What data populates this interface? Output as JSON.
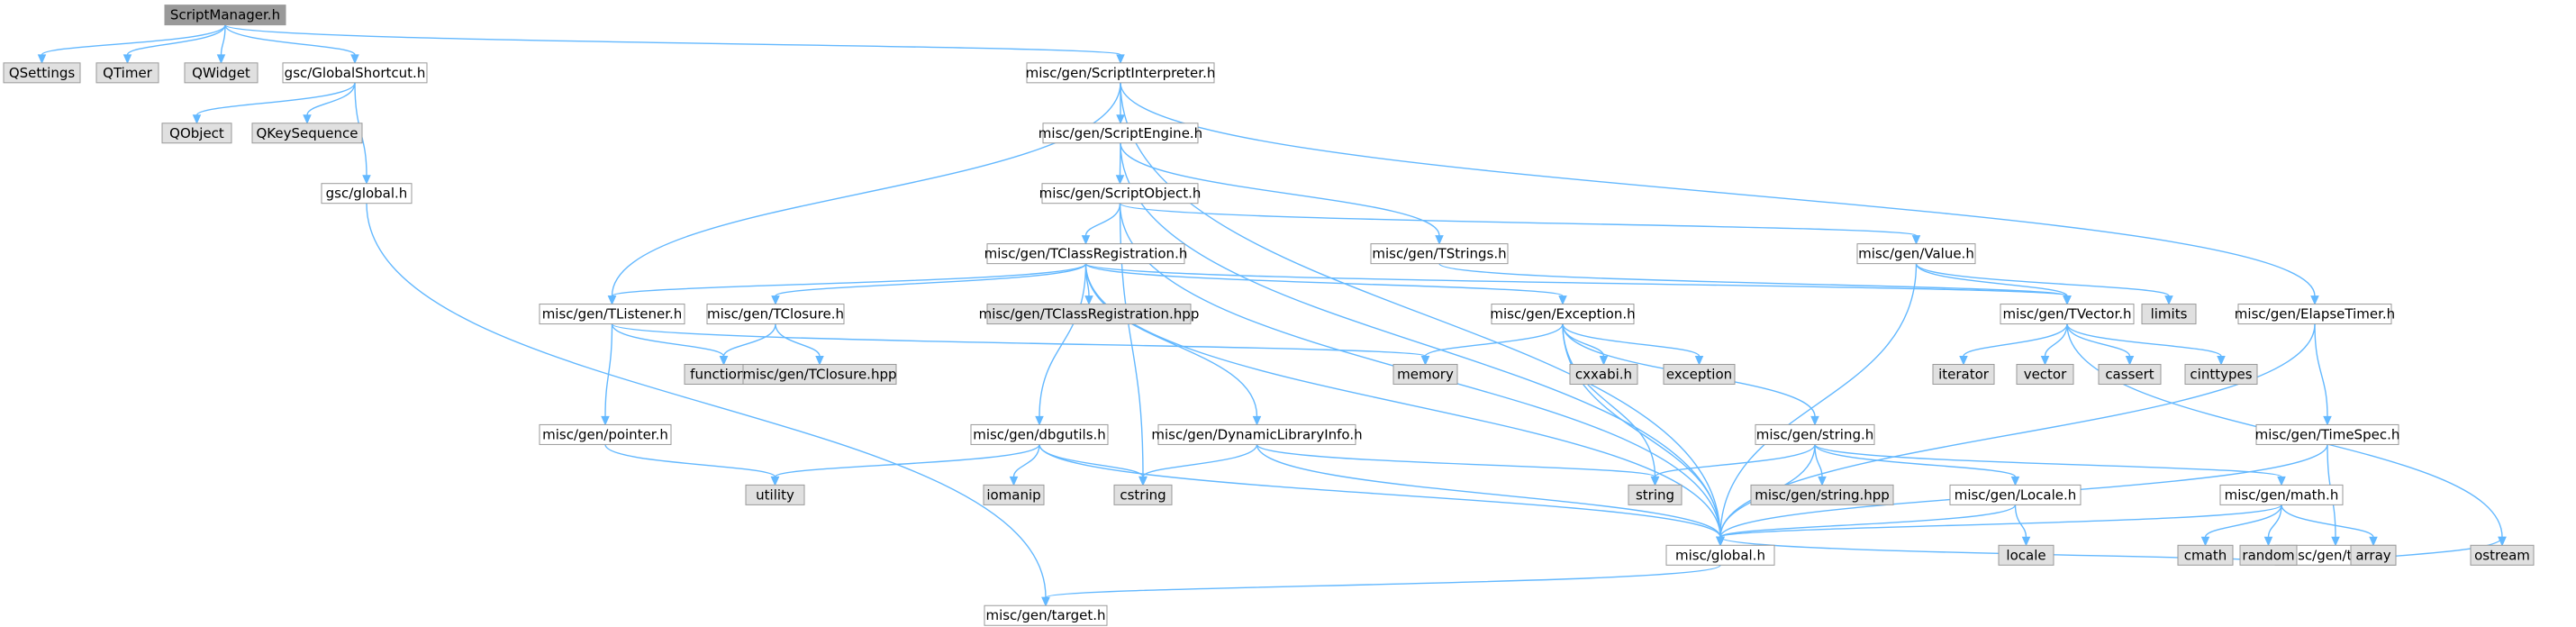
{
  "colors": {
    "root_fill": "#999999",
    "local_fill": "#ffffff",
    "system_fill": "#e0e0e0",
    "border": "#999999",
    "edge": "#63b8ff"
  },
  "nodes": [
    {
      "id": "root",
      "label": "ScriptManager.h",
      "kind": "root"
    },
    {
      "id": "qsettings",
      "label": "QSettings",
      "kind": "system"
    },
    {
      "id": "qtimer",
      "label": "QTimer",
      "kind": "system"
    },
    {
      "id": "qwidget",
      "label": "QWidget",
      "kind": "system"
    },
    {
      "id": "gsc_shortcut",
      "label": "gsc/GlobalShortcut.h",
      "kind": "local"
    },
    {
      "id": "script_interp",
      "label": "misc/gen/ScriptInterpreter.h",
      "kind": "local"
    },
    {
      "id": "qobject",
      "label": "QObject",
      "kind": "system"
    },
    {
      "id": "qkeyseq",
      "label": "QKeySequence",
      "kind": "system"
    },
    {
      "id": "gsc_global",
      "label": "gsc/global.h",
      "kind": "local"
    },
    {
      "id": "script_engine",
      "label": "misc/gen/ScriptEngine.h",
      "kind": "local"
    },
    {
      "id": "script_object",
      "label": "misc/gen/ScriptObject.h",
      "kind": "local"
    },
    {
      "id": "tstrings",
      "label": "misc/gen/TStrings.h",
      "kind": "local"
    },
    {
      "id": "tclassreg",
      "label": "misc/gen/TClassRegistration.h",
      "kind": "local"
    },
    {
      "id": "value",
      "label": "misc/gen/Value.h",
      "kind": "local"
    },
    {
      "id": "tlistener",
      "label": "misc/gen/TListener.h",
      "kind": "local"
    },
    {
      "id": "tclosure",
      "label": "misc/gen/TClosure.h",
      "kind": "local"
    },
    {
      "id": "tclassreg_hpp",
      "label": "misc/gen/TClassRegistration.hpp",
      "kind": "system"
    },
    {
      "id": "exception",
      "label": "misc/gen/Exception.h",
      "kind": "local"
    },
    {
      "id": "tvector",
      "label": "misc/gen/TVector.h",
      "kind": "local"
    },
    {
      "id": "limits",
      "label": "limits",
      "kind": "system"
    },
    {
      "id": "elapse",
      "label": "misc/gen/ElapseTimer.h",
      "kind": "local"
    },
    {
      "id": "functional",
      "label": "functional",
      "kind": "system"
    },
    {
      "id": "tclosure_hpp",
      "label": "misc/gen/TClosure.hpp",
      "kind": "system"
    },
    {
      "id": "memory",
      "label": "memory",
      "kind": "system"
    },
    {
      "id": "cxxabi",
      "label": "cxxabi.h",
      "kind": "system"
    },
    {
      "id": "exception_std",
      "label": "exception",
      "kind": "system"
    },
    {
      "id": "iterator",
      "label": "iterator",
      "kind": "system"
    },
    {
      "id": "vector",
      "label": "vector",
      "kind": "system"
    },
    {
      "id": "cassert",
      "label": "cassert",
      "kind": "system"
    },
    {
      "id": "cinttypes",
      "label": "cinttypes",
      "kind": "system"
    },
    {
      "id": "pointer",
      "label": "misc/gen/pointer.h",
      "kind": "local"
    },
    {
      "id": "dbgutils",
      "label": "misc/gen/dbgutils.h",
      "kind": "local"
    },
    {
      "id": "dynlib",
      "label": "misc/gen/DynamicLibraryInfo.h",
      "kind": "local"
    },
    {
      "id": "gen_string",
      "label": "misc/gen/string.h",
      "kind": "local"
    },
    {
      "id": "timespec",
      "label": "misc/gen/TimeSpec.h",
      "kind": "local"
    },
    {
      "id": "utility",
      "label": "utility",
      "kind": "system"
    },
    {
      "id": "iomanip",
      "label": "iomanip",
      "kind": "system"
    },
    {
      "id": "cstring",
      "label": "cstring",
      "kind": "system"
    },
    {
      "id": "string",
      "label": "string",
      "kind": "system"
    },
    {
      "id": "string_hpp",
      "label": "misc/gen/string.hpp",
      "kind": "system"
    },
    {
      "id": "locale_h",
      "label": "misc/gen/Locale.h",
      "kind": "local"
    },
    {
      "id": "math_h",
      "label": "misc/gen/math.h",
      "kind": "local"
    },
    {
      "id": "time_h",
      "label": "misc/gen/time.h",
      "kind": "local"
    },
    {
      "id": "misc_global",
      "label": "misc/global.h",
      "kind": "local"
    },
    {
      "id": "locale",
      "label": "locale",
      "kind": "system"
    },
    {
      "id": "cmath",
      "label": "cmath",
      "kind": "system"
    },
    {
      "id": "random",
      "label": "random",
      "kind": "system"
    },
    {
      "id": "array",
      "label": "array",
      "kind": "system"
    },
    {
      "id": "ostream",
      "label": "ostream",
      "kind": "system"
    },
    {
      "id": "target",
      "label": "misc/gen/target.h",
      "kind": "local"
    }
  ],
  "edges": [
    [
      "root",
      "qsettings"
    ],
    [
      "root",
      "qtimer"
    ],
    [
      "root",
      "qwidget"
    ],
    [
      "root",
      "gsc_shortcut"
    ],
    [
      "root",
      "script_interp"
    ],
    [
      "gsc_shortcut",
      "qobject"
    ],
    [
      "gsc_shortcut",
      "qkeyseq"
    ],
    [
      "gsc_shortcut",
      "gsc_global"
    ],
    [
      "gsc_global",
      "target"
    ],
    [
      "script_interp",
      "script_engine"
    ],
    [
      "script_interp",
      "tlistener"
    ],
    [
      "script_interp",
      "elapse"
    ],
    [
      "script_interp",
      "misc_global"
    ],
    [
      "script_engine",
      "script_object"
    ],
    [
      "script_engine",
      "tstrings"
    ],
    [
      "script_engine",
      "misc_global"
    ],
    [
      "script_object",
      "tclassreg"
    ],
    [
      "script_object",
      "value"
    ],
    [
      "script_object",
      "cstring"
    ],
    [
      "script_object",
      "misc_global"
    ],
    [
      "tstrings",
      "tvector"
    ],
    [
      "tclassreg",
      "tlistener"
    ],
    [
      "tclassreg",
      "tclosure"
    ],
    [
      "tclassreg",
      "tclassreg_hpp"
    ],
    [
      "tclassreg",
      "exception"
    ],
    [
      "tclassreg",
      "tvector"
    ],
    [
      "tclassreg",
      "dbgutils"
    ],
    [
      "tclassreg",
      "dynlib"
    ],
    [
      "tclassreg",
      "misc_global"
    ],
    [
      "value",
      "tvector"
    ],
    [
      "value",
      "limits"
    ],
    [
      "value",
      "misc_global"
    ],
    [
      "tlistener",
      "functional"
    ],
    [
      "tlistener",
      "memory"
    ],
    [
      "tlistener",
      "pointer"
    ],
    [
      "tclosure",
      "functional"
    ],
    [
      "tclosure",
      "tclosure_hpp"
    ],
    [
      "exception",
      "memory"
    ],
    [
      "exception",
      "cxxabi"
    ],
    [
      "exception",
      "exception_std"
    ],
    [
      "exception",
      "string"
    ],
    [
      "exception",
      "gen_string"
    ],
    [
      "exception",
      "misc_global"
    ],
    [
      "tvector",
      "iterator"
    ],
    [
      "tvector",
      "vector"
    ],
    [
      "tvector",
      "cassert"
    ],
    [
      "tvector",
      "cinttypes"
    ],
    [
      "tvector",
      "ostream"
    ],
    [
      "elapse",
      "timespec"
    ],
    [
      "elapse",
      "misc_global"
    ],
    [
      "pointer",
      "utility"
    ],
    [
      "dbgutils",
      "utility"
    ],
    [
      "dbgutils",
      "iomanip"
    ],
    [
      "dbgutils",
      "cstring"
    ],
    [
      "dbgutils",
      "misc_global"
    ],
    [
      "dynlib",
      "cstring"
    ],
    [
      "dynlib",
      "string"
    ],
    [
      "dynlib",
      "misc_global"
    ],
    [
      "gen_string",
      "string"
    ],
    [
      "gen_string",
      "string_hpp"
    ],
    [
      "gen_string",
      "locale_h"
    ],
    [
      "gen_string",
      "math_h"
    ],
    [
      "gen_string",
      "misc_global"
    ],
    [
      "timespec",
      "time_h"
    ],
    [
      "timespec",
      "misc_global"
    ],
    [
      "locale_h",
      "locale"
    ],
    [
      "locale_h",
      "misc_global"
    ],
    [
      "math_h",
      "cmath"
    ],
    [
      "math_h",
      "random"
    ],
    [
      "math_h",
      "array"
    ],
    [
      "math_h",
      "misc_global"
    ],
    [
      "time_h",
      "ostream"
    ],
    [
      "time_h",
      "misc_global"
    ],
    [
      "misc_global",
      "target"
    ]
  ]
}
